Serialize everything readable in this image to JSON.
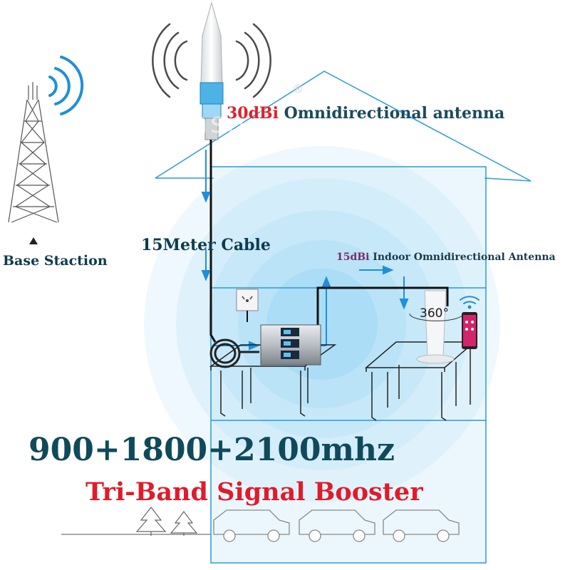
{
  "labels": {
    "base_station": "Base Staction",
    "outdoor_gain": "30dBi",
    "outdoor_antenna": " Omnidirectional antenna",
    "cable": "15Meter Cable",
    "indoor_gain": "15dBi",
    "indoor_antenna": " Indoor Omnidirectional Antenna",
    "frequencies": "900+1800+2100mhz",
    "product": "Tri-Band Signal Booster",
    "rotation": "360°"
  },
  "watermark": {
    "brand": "Anshdi",
    "registered": "®"
  },
  "colors": {
    "accent_red": "#e0202b",
    "dark_teal": "#0f4a5a",
    "signal_blue": "#1f8fd8",
    "coverage_blue": "#5fc0f0"
  },
  "icons": [
    "cell-tower-icon",
    "omni-antenna-icon",
    "signal-waves-icon",
    "booster-unit-icon",
    "wall-socket-icon",
    "phone-icon",
    "wifi-icon",
    "tree-icon",
    "car-icon"
  ]
}
